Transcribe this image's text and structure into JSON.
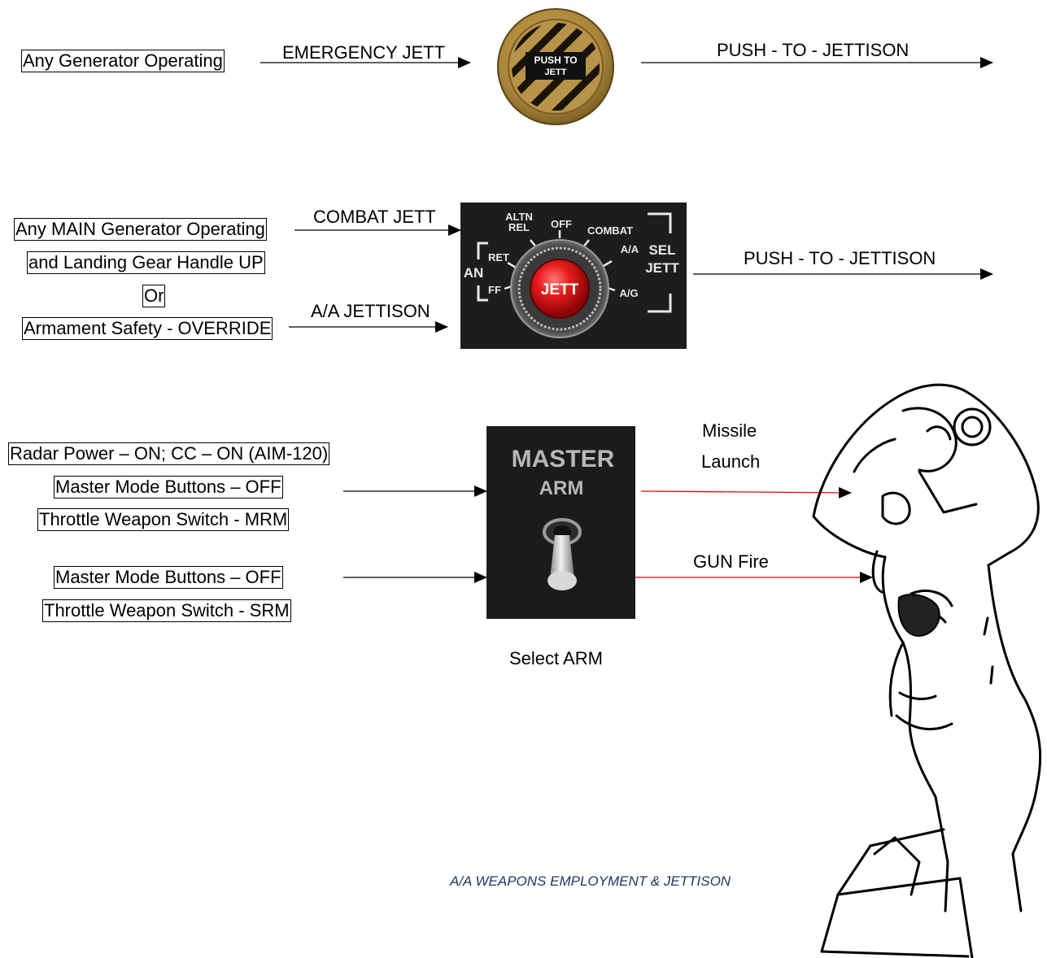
{
  "emergency": {
    "condition": "Any Generator Operating",
    "arrow_label": "EMERGENCY JETT",
    "button_text_1": "PUSH TO",
    "button_text_2": "JETT",
    "result": "PUSH  - TO - JETTISON"
  },
  "combat": {
    "condition_1": "Any MAIN Generator Operating",
    "condition_2": "and Landing Gear Handle UP",
    "or_text": "Or",
    "condition_3": "Armament Safety - OVERRIDE",
    "arrow_label_1": "COMBAT JETT",
    "arrow_label_2": "A/A JETTISON",
    "result": "PUSH  - TO - JETTISON",
    "panel": {
      "knob_label": "JETT",
      "pos_altn_rel_1": "ALTN",
      "pos_altn_rel_2": "REL",
      "pos_off": "OFF",
      "pos_combat": "COMBAT",
      "pos_aa": "A/A",
      "pos_ag": "A/G",
      "pos_ret": "RET",
      "pos_ff": "FF",
      "pos_an": "AN",
      "sel_1": "SEL",
      "sel_2": "JETT"
    }
  },
  "master_arm": {
    "cond_mrm_1": "Radar Power – ON; CC – ON (AIM-120)",
    "cond_mrm_2": "Master Mode Buttons – OFF",
    "cond_mrm_3": "Throttle Weapon Switch - MRM",
    "cond_srm_1": "Master Mode Buttons – OFF",
    "cond_srm_2": "Throttle Weapon Switch - SRM",
    "panel_line_1": "MASTER",
    "panel_line_2": "ARM",
    "select_label": "Select ARM",
    "missile_label_1": "Missile",
    "missile_label_2": "Launch",
    "gun_label": "GUN Fire"
  },
  "caption": "A/A WEAPONS EMPLOYMENT & JETTISON",
  "colors": {
    "arrow": "#000000",
    "red_arrow": "#ff0000",
    "jett_button": "#b48c35",
    "panel_bg": "#1c1d1f",
    "knob_red": "#e02020",
    "caption": "#1f3864"
  }
}
